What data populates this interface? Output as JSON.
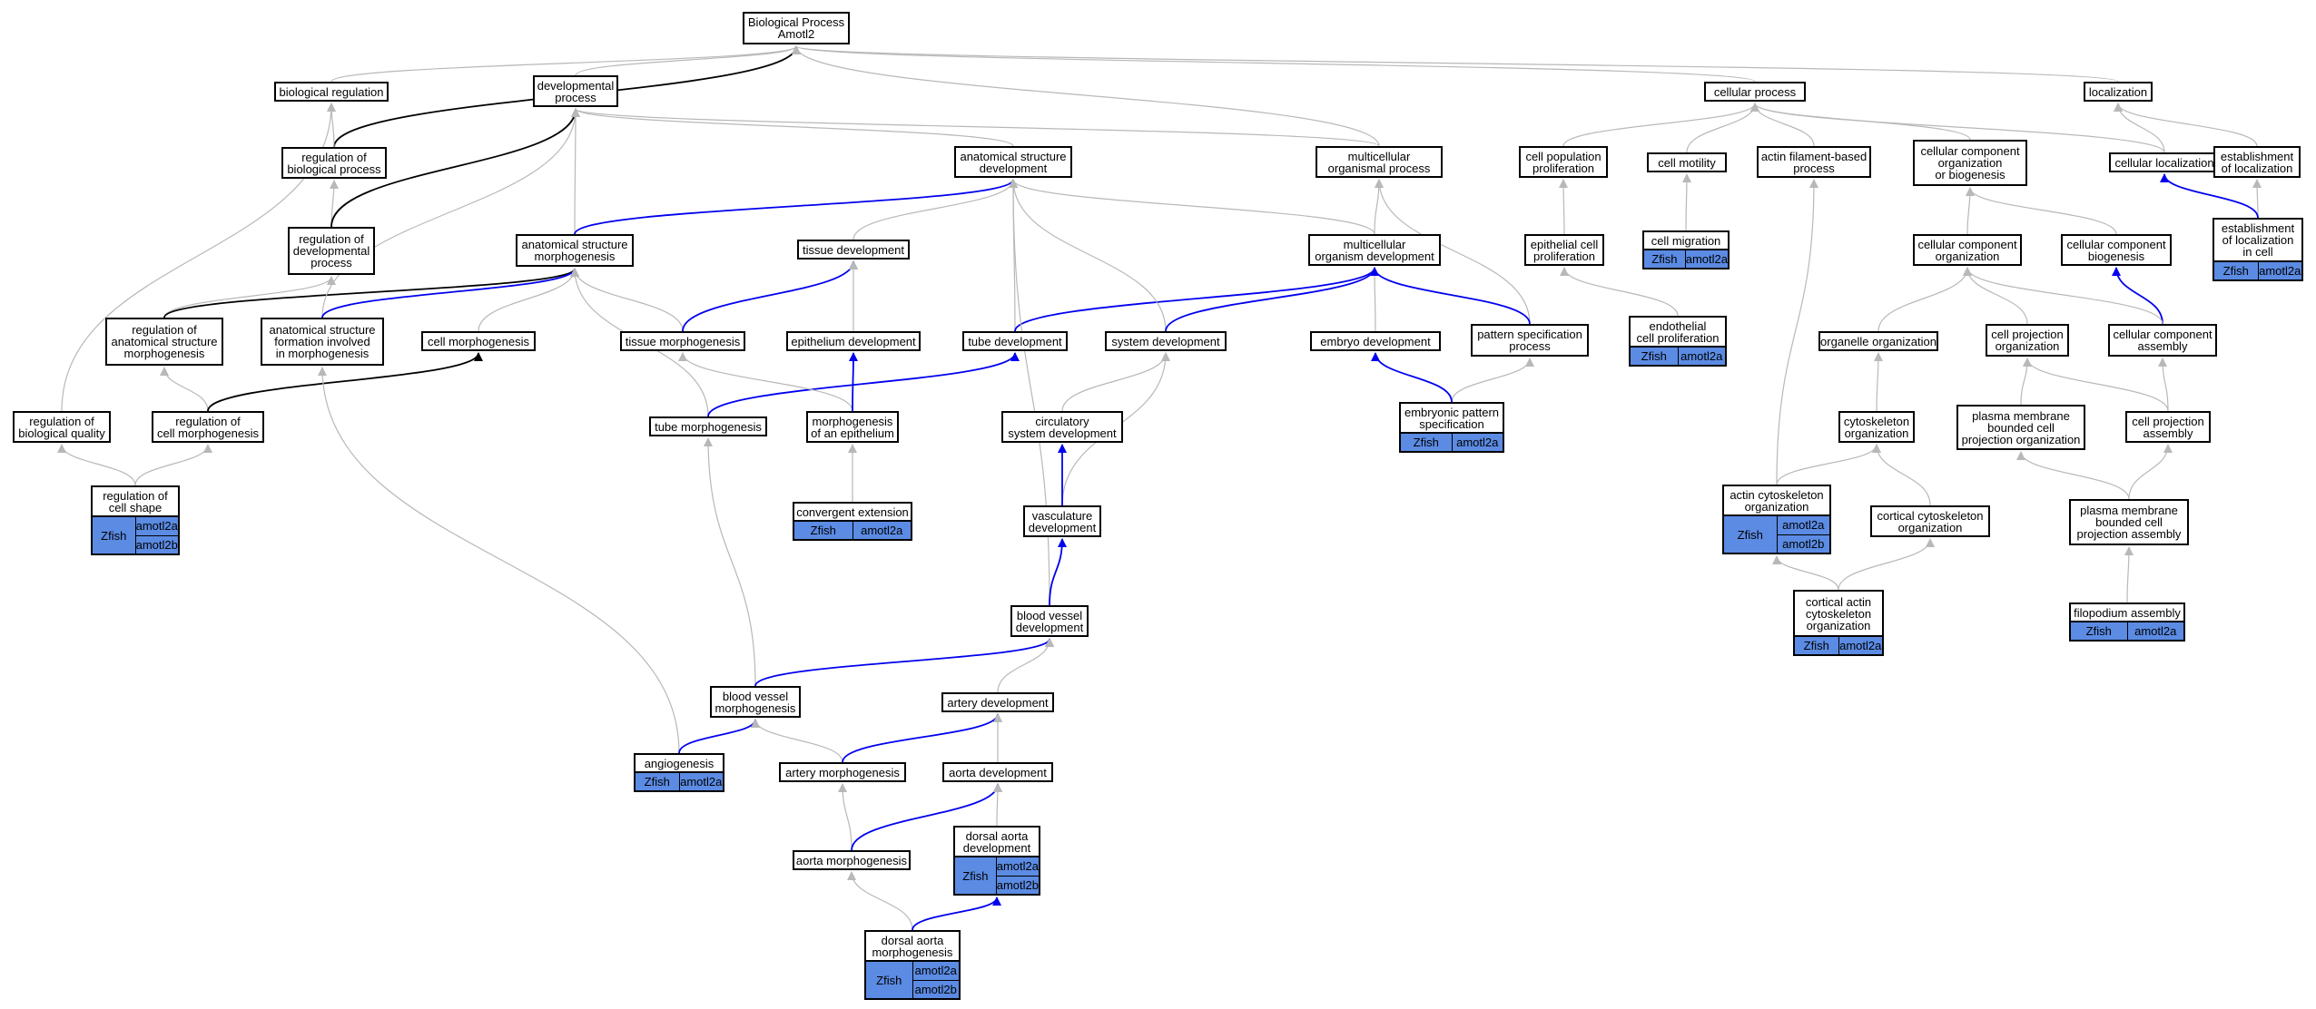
{
  "diagram": {
    "title_node": "Biological Process\nAmotl2",
    "colors": {
      "edge_grey": "#b8b8b8",
      "edge_blue": "#0000ee",
      "edge_black": "#000000",
      "annotation_fill": "#5b8be3"
    },
    "nodes": [
      {
        "id": "bp",
        "label": "Biological Process\nAmotl2"
      },
      {
        "id": "bioreg",
        "label": "biological regulation"
      },
      {
        "id": "devproc",
        "label": "developmental\nprocess"
      },
      {
        "id": "regbio",
        "label": "regulation of\nbiological process"
      },
      {
        "id": "regdev",
        "label": "regulation of\ndevelopmental\nprocess"
      },
      {
        "id": "regasm",
        "label": "regulation of\nanatomical structure\nmorphogenesis"
      },
      {
        "id": "regbq",
        "label": "regulation of\nbiological quality"
      },
      {
        "id": "regcm",
        "label": "regulation of\ncell morphogenesis"
      },
      {
        "id": "regcs",
        "label": "regulation of\ncell shape"
      },
      {
        "id": "asm",
        "label": "anatomical structure\nmorphogenesis"
      },
      {
        "id": "asf",
        "label": "anatomical structure\nformation involved\nin morphogenesis"
      },
      {
        "id": "cellmorph",
        "label": "cell morphogenesis"
      },
      {
        "id": "asd",
        "label": "anatomical structure\ndevelopment"
      },
      {
        "id": "tissdev",
        "label": "tissue development"
      },
      {
        "id": "tissmorph",
        "label": "tissue morphogenesis"
      },
      {
        "id": "epidev",
        "label": "epithelium development"
      },
      {
        "id": "tubedev",
        "label": "tube development"
      },
      {
        "id": "tubemorph",
        "label": "tube morphogenesis"
      },
      {
        "id": "morphepi",
        "label": "morphogenesis\nof an epithelium"
      },
      {
        "id": "convext",
        "label": "convergent extension"
      },
      {
        "id": "sysdev",
        "label": "system development"
      },
      {
        "id": "circdev",
        "label": "circulatory\nsystem development"
      },
      {
        "id": "vascdev",
        "label": "vasculature\ndevelopment"
      },
      {
        "id": "bvdev",
        "label": "blood vessel\ndevelopment"
      },
      {
        "id": "bvmorph",
        "label": "blood vessel\nmorphogenesis"
      },
      {
        "id": "artdev",
        "label": "artery development"
      },
      {
        "id": "angio",
        "label": "angiogenesis"
      },
      {
        "id": "artmorph",
        "label": "artery morphogenesis"
      },
      {
        "id": "aortadev",
        "label": "aorta development"
      },
      {
        "id": "aortamorph",
        "label": "aorta morphogenesis"
      },
      {
        "id": "dadev",
        "label": "dorsal aorta\ndevelopment"
      },
      {
        "id": "damorph",
        "label": "dorsal aorta\nmorphogenesis"
      },
      {
        "id": "multiproc",
        "label": "multicellular\norganismal process"
      },
      {
        "id": "multidev",
        "label": "multicellular\norganism development"
      },
      {
        "id": "embdev",
        "label": "embryo development"
      },
      {
        "id": "patspec",
        "label": "pattern specification\nprocess"
      },
      {
        "id": "embpat",
        "label": "embryonic pattern\nspecification"
      },
      {
        "id": "cellproc",
        "label": "cellular process"
      },
      {
        "id": "cellpop",
        "label": "cell population\nproliferation"
      },
      {
        "id": "epiprolif",
        "label": "epithelial cell\nproliferation"
      },
      {
        "id": "endoprolif",
        "label": "endothelial\ncell proliferation"
      },
      {
        "id": "motility",
        "label": "cell motility"
      },
      {
        "id": "migration",
        "label": "cell migration"
      },
      {
        "id": "actinproc",
        "label": "actin filament-based\nprocess"
      },
      {
        "id": "ccob",
        "label": "cellular component\norganization\nor biogenesis"
      },
      {
        "id": "cco",
        "label": "cellular component\norganization"
      },
      {
        "id": "ccb",
        "label": "cellular component\nbiogenesis"
      },
      {
        "id": "cca",
        "label": "cellular component\nassembly"
      },
      {
        "id": "orgorg",
        "label": "organelle organization"
      },
      {
        "id": "cytoorg",
        "label": "cytoskeleton\norganization"
      },
      {
        "id": "actincyto",
        "label": "actin cytoskeleton\norganization"
      },
      {
        "id": "corticalcyto",
        "label": "cortical cytoskeleton\norganization"
      },
      {
        "id": "corticalactin",
        "label": "cortical actin\ncytoskeleton\norganization"
      },
      {
        "id": "cpo",
        "label": "cell projection\norganization"
      },
      {
        "id": "pmbcpo",
        "label": "plasma membrane\nbounded cell\nprojection organization"
      },
      {
        "id": "cpa",
        "label": "cell projection\nassembly"
      },
      {
        "id": "pmbcpa",
        "label": "plasma membrane\nbounded cell\nprojection assembly"
      },
      {
        "id": "filo",
        "label": "filopodium assembly"
      },
      {
        "id": "localization",
        "label": "localization"
      },
      {
        "id": "cellloc",
        "label": "cellular localization"
      },
      {
        "id": "estloc",
        "label": "establishment\nof localization"
      },
      {
        "id": "estlocincell",
        "label": "establishment\nof localization\nin cell"
      }
    ],
    "annotations": [
      {
        "node": "regcs",
        "organism": "Zfish",
        "genes": [
          "amotl2a",
          "amotl2b"
        ]
      },
      {
        "node": "convext",
        "organism": "Zfish",
        "genes": [
          "amotl2a"
        ]
      },
      {
        "node": "angio",
        "organism": "Zfish",
        "genes": [
          "amotl2a"
        ]
      },
      {
        "node": "dadev",
        "organism": "Zfish",
        "genes": [
          "amotl2a",
          "amotl2b"
        ]
      },
      {
        "node": "damorph",
        "organism": "Zfish",
        "genes": [
          "amotl2a",
          "amotl2b"
        ]
      },
      {
        "node": "embpat",
        "organism": "Zfish",
        "genes": [
          "amotl2a"
        ]
      },
      {
        "node": "migration",
        "organism": "Zfish",
        "genes": [
          "amotl2a"
        ]
      },
      {
        "node": "endoprolif",
        "organism": "Zfish",
        "genes": [
          "amotl2a"
        ]
      },
      {
        "node": "actincyto",
        "organism": "Zfish",
        "genes": [
          "amotl2a",
          "amotl2b"
        ]
      },
      {
        "node": "corticalactin",
        "organism": "Zfish",
        "genes": [
          "amotl2a"
        ]
      },
      {
        "node": "filo",
        "organism": "Zfish",
        "genes": [
          "amotl2a"
        ]
      },
      {
        "node": "estlocincell",
        "organism": "Zfish",
        "genes": [
          "amotl2a"
        ]
      }
    ],
    "edges": [
      {
        "from": "bioreg",
        "to": "bp",
        "kind": "is_a"
      },
      {
        "from": "devproc",
        "to": "bp",
        "kind": "is_a"
      },
      {
        "from": "regbio",
        "to": "bp",
        "kind": "regulates"
      },
      {
        "from": "multiproc",
        "to": "bp",
        "kind": "is_a"
      },
      {
        "from": "cellproc",
        "to": "bp",
        "kind": "is_a"
      },
      {
        "from": "localization",
        "to": "bp",
        "kind": "is_a"
      },
      {
        "from": "regbio",
        "to": "bioreg",
        "kind": "is_a"
      },
      {
        "from": "regdev",
        "to": "regbio",
        "kind": "is_a"
      },
      {
        "from": "regdev",
        "to": "devproc",
        "kind": "regulates"
      },
      {
        "from": "regbq",
        "to": "bioreg",
        "kind": "is_a"
      },
      {
        "from": "regasm",
        "to": "regdev",
        "kind": "is_a"
      },
      {
        "from": "regasm",
        "to": "asm",
        "kind": "regulates"
      },
      {
        "from": "regcm",
        "to": "regasm",
        "kind": "is_a"
      },
      {
        "from": "regcm",
        "to": "cellmorph",
        "kind": "regulates"
      },
      {
        "from": "regcs",
        "to": "regbq",
        "kind": "is_a"
      },
      {
        "from": "regcs",
        "to": "regcm",
        "kind": "is_a"
      },
      {
        "from": "asd",
        "to": "devproc",
        "kind": "is_a"
      },
      {
        "from": "asm",
        "to": "devproc",
        "kind": "is_a"
      },
      {
        "from": "asm",
        "to": "asd",
        "kind": "part_of"
      },
      {
        "from": "asf",
        "to": "devproc",
        "kind": "is_a"
      },
      {
        "from": "asf",
        "to": "asm",
        "kind": "part_of"
      },
      {
        "from": "cellmorph",
        "to": "asm",
        "kind": "is_a"
      },
      {
        "from": "tissdev",
        "to": "asd",
        "kind": "is_a"
      },
      {
        "from": "tissmorph",
        "to": "asm",
        "kind": "is_a"
      },
      {
        "from": "tissmorph",
        "to": "tissdev",
        "kind": "part_of"
      },
      {
        "from": "epidev",
        "to": "tissdev",
        "kind": "is_a"
      },
      {
        "from": "tubedev",
        "to": "asd",
        "kind": "is_a"
      },
      {
        "from": "tubedev",
        "to": "multidev",
        "kind": "part_of"
      },
      {
        "from": "sysdev",
        "to": "asd",
        "kind": "is_a"
      },
      {
        "from": "sysdev",
        "to": "multidev",
        "kind": "part_of"
      },
      {
        "from": "tubemorph",
        "to": "asm",
        "kind": "is_a"
      },
      {
        "from": "tubemorph",
        "to": "tubedev",
        "kind": "part_of"
      },
      {
        "from": "morphepi",
        "to": "tissmorph",
        "kind": "is_a"
      },
      {
        "from": "morphepi",
        "to": "epidev",
        "kind": "part_of"
      },
      {
        "from": "convext",
        "to": "morphepi",
        "kind": "is_a"
      },
      {
        "from": "circdev",
        "to": "sysdev",
        "kind": "is_a"
      },
      {
        "from": "vascdev",
        "to": "sysdev",
        "kind": "is_a"
      },
      {
        "from": "vascdev",
        "to": "circdev",
        "kind": "part_of"
      },
      {
        "from": "bvdev",
        "to": "asd",
        "kind": "is_a"
      },
      {
        "from": "bvdev",
        "to": "vascdev",
        "kind": "part_of"
      },
      {
        "from": "bvmorph",
        "to": "tubemorph",
        "kind": "is_a"
      },
      {
        "from": "bvmorph",
        "to": "bvdev",
        "kind": "part_of"
      },
      {
        "from": "artdev",
        "to": "bvdev",
        "kind": "is_a"
      },
      {
        "from": "angio",
        "to": "asf",
        "kind": "is_a"
      },
      {
        "from": "angio",
        "to": "bvmorph",
        "kind": "part_of"
      },
      {
        "from": "artmorph",
        "to": "bvmorph",
        "kind": "is_a"
      },
      {
        "from": "artmorph",
        "to": "artdev",
        "kind": "part_of"
      },
      {
        "from": "aortadev",
        "to": "artdev",
        "kind": "is_a"
      },
      {
        "from": "aortamorph",
        "to": "artmorph",
        "kind": "is_a"
      },
      {
        "from": "aortamorph",
        "to": "aortadev",
        "kind": "part_of"
      },
      {
        "from": "dadev",
        "to": "aortadev",
        "kind": "is_a"
      },
      {
        "from": "damorph",
        "to": "aortamorph",
        "kind": "is_a"
      },
      {
        "from": "damorph",
        "to": "dadev",
        "kind": "part_of"
      },
      {
        "from": "multiproc",
        "to": "devproc",
        "kind": "is_a"
      },
      {
        "from": "multidev",
        "to": "asd",
        "kind": "is_a"
      },
      {
        "from": "multidev",
        "to": "multiproc",
        "kind": "is_a"
      },
      {
        "from": "embdev",
        "to": "multidev",
        "kind": "is_a"
      },
      {
        "from": "patspec",
        "to": "multiproc",
        "kind": "is_a"
      },
      {
        "from": "patspec",
        "to": "multidev",
        "kind": "part_of"
      },
      {
        "from": "embpat",
        "to": "patspec",
        "kind": "is_a"
      },
      {
        "from": "embpat",
        "to": "embdev",
        "kind": "part_of"
      },
      {
        "from": "cellpop",
        "to": "cellproc",
        "kind": "is_a"
      },
      {
        "from": "epiprolif",
        "to": "cellpop",
        "kind": "is_a"
      },
      {
        "from": "endoprolif",
        "to": "epiprolif",
        "kind": "is_a"
      },
      {
        "from": "motility",
        "to": "cellproc",
        "kind": "is_a"
      },
      {
        "from": "migration",
        "to": "motility",
        "kind": "is_a"
      },
      {
        "from": "actinproc",
        "to": "cellproc",
        "kind": "is_a"
      },
      {
        "from": "ccob",
        "to": "cellproc",
        "kind": "is_a"
      },
      {
        "from": "cellloc",
        "to": "cellproc",
        "kind": "is_a"
      },
      {
        "from": "cellloc",
        "to": "localization",
        "kind": "is_a"
      },
      {
        "from": "estloc",
        "to": "localization",
        "kind": "is_a"
      },
      {
        "from": "estlocincell",
        "to": "estloc",
        "kind": "is_a"
      },
      {
        "from": "estlocincell",
        "to": "cellloc",
        "kind": "part_of"
      },
      {
        "from": "cco",
        "to": "ccob",
        "kind": "is_a"
      },
      {
        "from": "ccb",
        "to": "ccob",
        "kind": "is_a"
      },
      {
        "from": "cca",
        "to": "ccb",
        "kind": "part_of"
      },
      {
        "from": "cca",
        "to": "cco",
        "kind": "is_a"
      },
      {
        "from": "orgorg",
        "to": "cco",
        "kind": "is_a"
      },
      {
        "from": "cpo",
        "to": "cco",
        "kind": "is_a"
      },
      {
        "from": "cytoorg",
        "to": "orgorg",
        "kind": "is_a"
      },
      {
        "from": "actincyto",
        "to": "cytoorg",
        "kind": "is_a"
      },
      {
        "from": "actincyto",
        "to": "actinproc",
        "kind": "is_a"
      },
      {
        "from": "corticalcyto",
        "to": "cytoorg",
        "kind": "is_a"
      },
      {
        "from": "corticalactin",
        "to": "actincyto",
        "kind": "is_a"
      },
      {
        "from": "corticalactin",
        "to": "corticalcyto",
        "kind": "is_a"
      },
      {
        "from": "pmbcpo",
        "to": "cpo",
        "kind": "is_a"
      },
      {
        "from": "cpa",
        "to": "cpo",
        "kind": "is_a"
      },
      {
        "from": "cpa",
        "to": "cca",
        "kind": "is_a"
      },
      {
        "from": "pmbcpa",
        "to": "pmbcpo",
        "kind": "is_a"
      },
      {
        "from": "pmbcpa",
        "to": "cpa",
        "kind": "is_a"
      },
      {
        "from": "filo",
        "to": "pmbcpa",
        "kind": "is_a"
      }
    ]
  }
}
